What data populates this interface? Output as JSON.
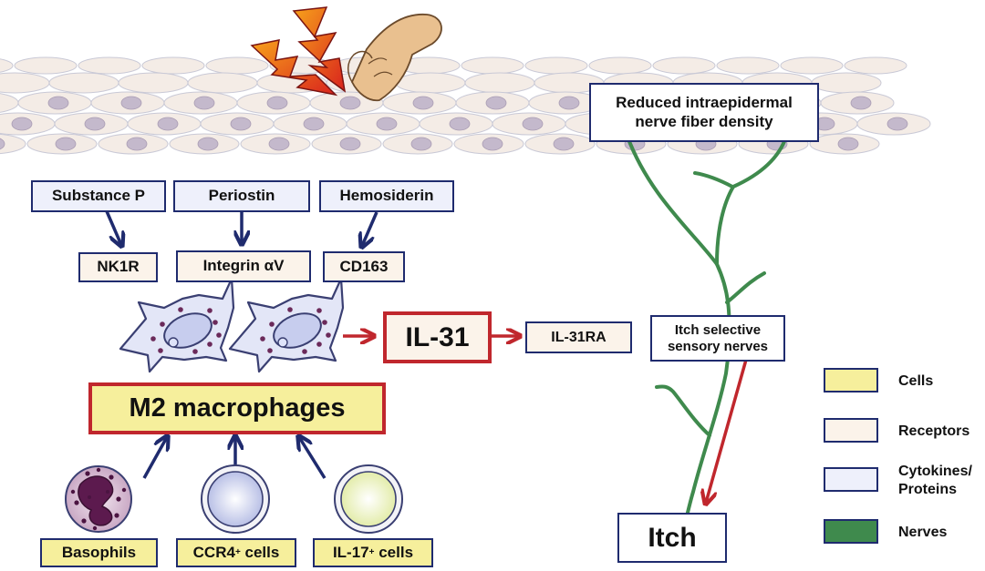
{
  "nerve_density_label": "Reduced intraepidermal nerve fiber density",
  "cytokines": {
    "substance_p": "Substance P",
    "periostin": "Periostin",
    "hemosiderin": "Hemosiderin"
  },
  "receptors": {
    "nk1r": "NK1R",
    "integrin": "Integrin αV",
    "cd163": "CD163",
    "il31ra": "IL-31RA"
  },
  "il31": "IL-31",
  "m2_macrophages": "M2 macrophages",
  "source_cells": {
    "basophils": "Basophils",
    "ccr4": {
      "base": "CCR4",
      "sup": "+",
      "rest": " cells"
    },
    "il17": {
      "base": "IL-17",
      "sup": "+",
      "rest": " cells"
    }
  },
  "itch_selective": "Itch selective sensory nerves",
  "itch": "Itch",
  "legend": [
    {
      "label": "Cells",
      "color": "#f6ef9c"
    },
    {
      "label": "Receptors",
      "color": "#fbf3ea"
    },
    {
      "label": "Cytokines/ Proteins",
      "color": "#eef0fb"
    },
    {
      "label": "Nerves",
      "color": "#3f8a4d"
    }
  ],
  "colors": {
    "arrow_navy": "#1f2b6e",
    "arrow_red": "#c0272d",
    "nerve_green": "#3f8a4d"
  }
}
